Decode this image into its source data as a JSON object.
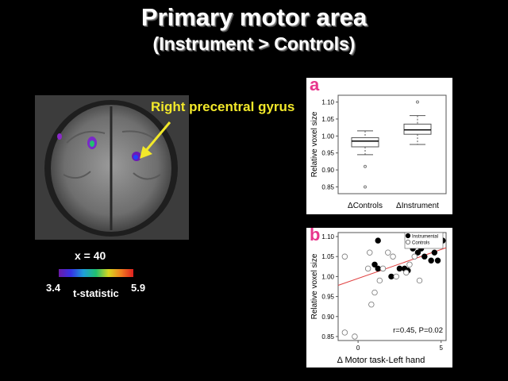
{
  "title": "Primary motor area",
  "subtitle": "(Instrument > Controls)",
  "brain": {
    "callout": "Right precentral gyrus",
    "slice_label": "x = 40",
    "colorbar": {
      "min": "3.4",
      "max": "5.9",
      "label": "t-statistic"
    }
  },
  "chart_data": [
    {
      "panel_label": "a",
      "type": "box",
      "ylabel": "Relative voxel size",
      "ylim": [
        0.83,
        1.12
      ],
      "yticks": [
        "0.85",
        "0.90",
        "0.95",
        "1.00",
        "1.05",
        "1.10"
      ],
      "categories": [
        "ΔControls",
        "ΔInstrument"
      ],
      "boxes": [
        {
          "name": "ΔControls",
          "whisker_low": 0.945,
          "q1": 0.968,
          "median": 0.985,
          "q3": 0.995,
          "whisker_high": 1.015,
          "outliers": [
            0.91,
            0.85
          ]
        },
        {
          "name": "ΔInstrument",
          "whisker_low": 0.975,
          "q1": 1.005,
          "median": 1.018,
          "q3": 1.035,
          "whisker_high": 1.06,
          "outliers": [
            1.1
          ]
        }
      ]
    },
    {
      "panel_label": "b",
      "type": "scatter",
      "ylabel": "Relative voxel size",
      "xlabel": "Δ Motor task-Left hand",
      "xlim": [
        -1.2,
        5.3
      ],
      "ylim": [
        0.84,
        1.11
      ],
      "xticks": [
        "0",
        "5"
      ],
      "yticks": [
        "0.85",
        "0.90",
        "0.95",
        "1.00",
        "1.05",
        "1.10"
      ],
      "legend": [
        "Instrumental",
        "Controls"
      ],
      "annotation": "r=0.45, P=0.02",
      "fit_line": {
        "x": [
          -1.2,
          5.3
        ],
        "y": [
          0.978,
          1.072
        ]
      },
      "series": [
        {
          "name": "Instrumental",
          "filled": true,
          "points": [
            [
              1.2,
              1.09
            ],
            [
              3.3,
              1.07
            ],
            [
              3.8,
              1.07
            ],
            [
              4.3,
              1.08
            ],
            [
              4.9,
              1.09
            ],
            [
              5.1,
              1.09
            ],
            [
              1.0,
              1.03
            ],
            [
              1.2,
              1.02
            ],
            [
              2.0,
              1.0
            ],
            [
              2.5,
              1.02
            ],
            [
              2.8,
              1.02
            ],
            [
              3.0,
              1.015
            ],
            [
              3.6,
              1.06
            ],
            [
              4.0,
              1.05
            ],
            [
              4.4,
              1.04
            ],
            [
              4.6,
              1.06
            ],
            [
              4.8,
              1.04
            ]
          ]
        },
        {
          "name": "Controls",
          "filled": false,
          "points": [
            [
              -0.8,
              1.05
            ],
            [
              0.7,
              1.06
            ],
            [
              1.8,
              1.06
            ],
            [
              2.1,
              1.05
            ],
            [
              3.4,
              1.05
            ],
            [
              1.5,
              1.02
            ],
            [
              2.3,
              1.0
            ],
            [
              0.6,
              1.02
            ],
            [
              1.3,
              0.99
            ],
            [
              1.0,
              0.96
            ],
            [
              3.7,
              0.99
            ],
            [
              2.9,
              1.01
            ],
            [
              0.8,
              0.93
            ],
            [
              -0.2,
              0.85
            ],
            [
              -0.8,
              0.86
            ],
            [
              3.1,
              1.03
            ]
          ]
        }
      ]
    }
  ]
}
